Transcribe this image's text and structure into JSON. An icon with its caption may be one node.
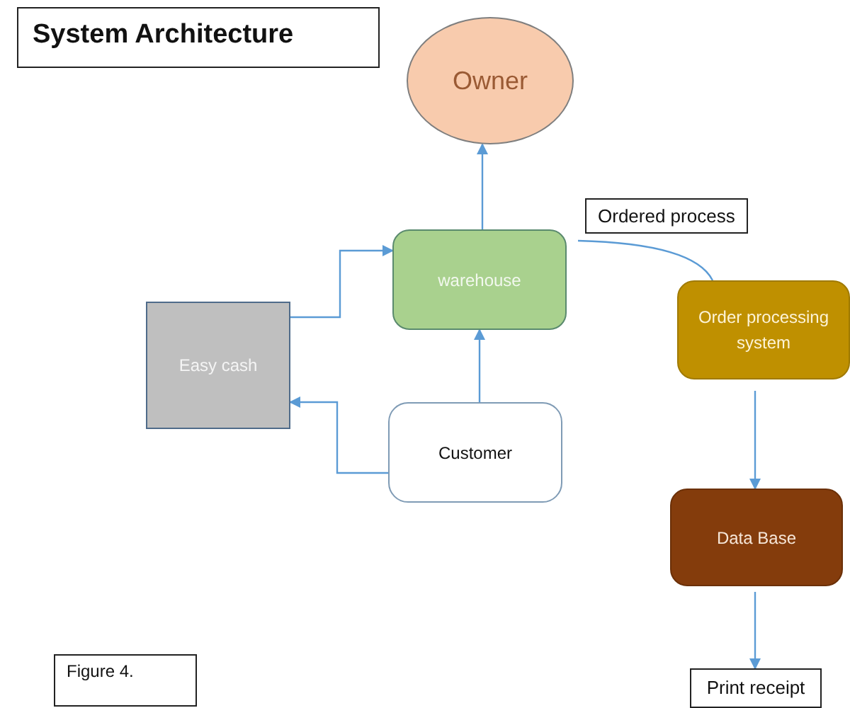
{
  "diagram": {
    "title": "System Architecture",
    "caption": "Figure 4.",
    "nodes": [
      {
        "text": [
          "Owner"
        ]
      },
      {
        "text": [
          "warehouse"
        ]
      },
      {
        "text": [
          "Easy cash"
        ]
      },
      {
        "text": [
          "Order processing system"
        ]
      },
      {
        "text": [
          "Customer"
        ]
      },
      {
        "text": [
          "Data Base"
        ]
      },
      {
        "text": [
          "Print receipt"
        ]
      }
    ],
    "edges": [
      {
        "from": 1,
        "to": 0,
        "arrow": "to"
      },
      {
        "from": 2,
        "to": 1,
        "arrow": "to"
      },
      {
        "from": 4,
        "to": 1,
        "arrow": "to"
      },
      {
        "from": 4,
        "to": 2,
        "arrow": "to"
      },
      {
        "from": 1,
        "to": 3,
        "arrow": "none",
        "label": "Ordered process"
      },
      {
        "from": 3,
        "to": 5,
        "arrow": "to"
      },
      {
        "from": 5,
        "to": 6,
        "arrow": "to"
      }
    ]
  }
}
